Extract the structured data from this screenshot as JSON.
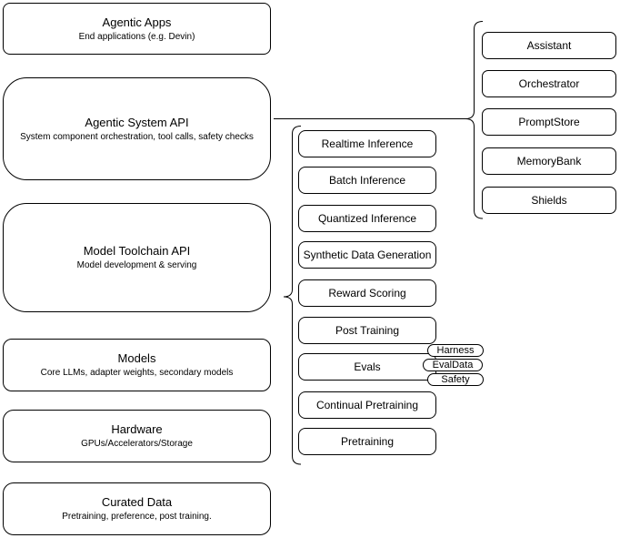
{
  "diagram": {
    "colors": {
      "background": "#ffffff",
      "stroke": "#000000",
      "text": "#000000"
    },
    "stack": [
      {
        "title": "Agentic Apps",
        "subtitle": "End applications (e.g. Devin)"
      },
      {
        "title": "Agentic System API",
        "subtitle": "System component orchestration, tool calls, safety checks"
      },
      {
        "title": "Model Toolchain API",
        "subtitle": "Model development & serving"
      },
      {
        "title": "Models",
        "subtitle": "Core LLMs, adapter weights, secondary models"
      },
      {
        "title": "Hardware",
        "subtitle": "GPUs/Accelerators/Storage"
      },
      {
        "title": "Curated Data",
        "subtitle": "Pretraining, preference, post training."
      }
    ],
    "toolchain_items": [
      "Realtime Inference",
      "Batch Inference",
      "Quantized Inference",
      "Synthetic Data Generation",
      "Reward Scoring",
      "Post Training",
      "Evals",
      "Continual Pretraining",
      "Pretraining"
    ],
    "eval_tags": [
      "Harness",
      "EvalData",
      "Safety"
    ],
    "system_components": [
      "Assistant",
      "Orchestrator",
      "PromptStore",
      "MemoryBank",
      "Shields"
    ]
  }
}
